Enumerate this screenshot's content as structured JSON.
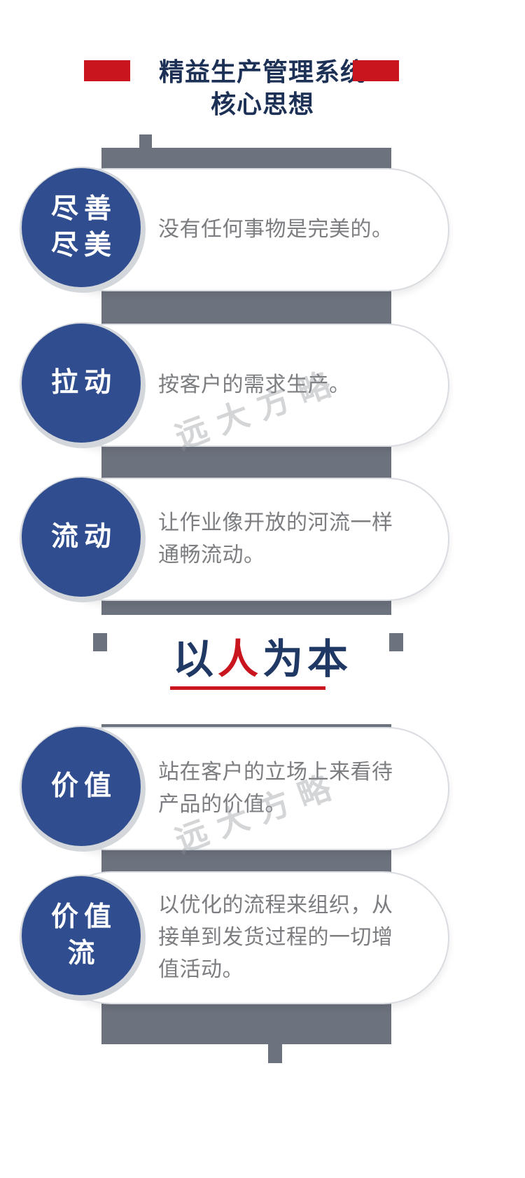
{
  "title": {
    "line1": "精益生产管理系统",
    "line2": "核心思想"
  },
  "section": {
    "prefix": "以",
    "highlight": "人",
    "suffix": "为本"
  },
  "watermark": {
    "text": "远大方略"
  },
  "items": [
    {
      "badge_line1": "尽善",
      "badge_line2": "尽美",
      "desc": "没有任何事物是完美的。"
    },
    {
      "badge_line1": "拉动",
      "badge_line2": "",
      "desc": "按客户的需求生产。"
    },
    {
      "badge_line1": "流动",
      "badge_line2": "",
      "desc": "让作业像开放的河流一样通畅流动。"
    },
    {
      "badge_line1": "价值",
      "badge_line2": "",
      "desc": "站在客户的立场上来看待产品的价值。"
    },
    {
      "badge_line1": "价值",
      "badge_line2": "流",
      "desc": "以优化的流程来组织，从接单到发货过程的一切增值活动。"
    }
  ],
  "colors": {
    "navy_circle": "#2f4d8f",
    "title_navy": "#1d3156",
    "heading_navy": "#203864",
    "accent_red": "#c9151e",
    "spine_gray": "#6c727e",
    "desc_gray": "#7b7d80"
  }
}
